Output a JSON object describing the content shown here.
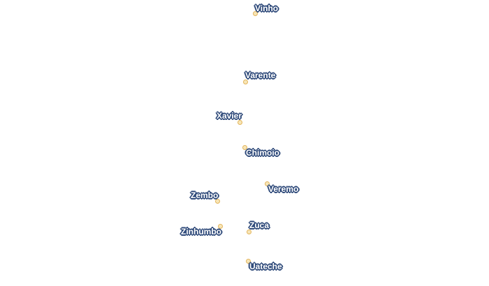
{
  "places": [
    {
      "id": "vinho",
      "name": "Vinho"
    },
    {
      "id": "varente",
      "name": "Varente"
    },
    {
      "id": "xavier",
      "name": "Xavier"
    },
    {
      "id": "chimoio",
      "name": "Chimoio"
    },
    {
      "id": "veremo",
      "name": "Veremo"
    },
    {
      "id": "zembo",
      "name": "Zembo"
    },
    {
      "id": "zinhumbo",
      "name": "Zinhumbo"
    },
    {
      "id": "zuca",
      "name": "Zuca"
    },
    {
      "id": "uateche",
      "name": "Uateche"
    }
  ],
  "colors": {
    "label_text": "#ffffff",
    "label_halo": "#2f4a7a",
    "marker_fill": "#f7e6b8",
    "marker_stroke": "#e3b45b",
    "background": "#ffffff"
  }
}
